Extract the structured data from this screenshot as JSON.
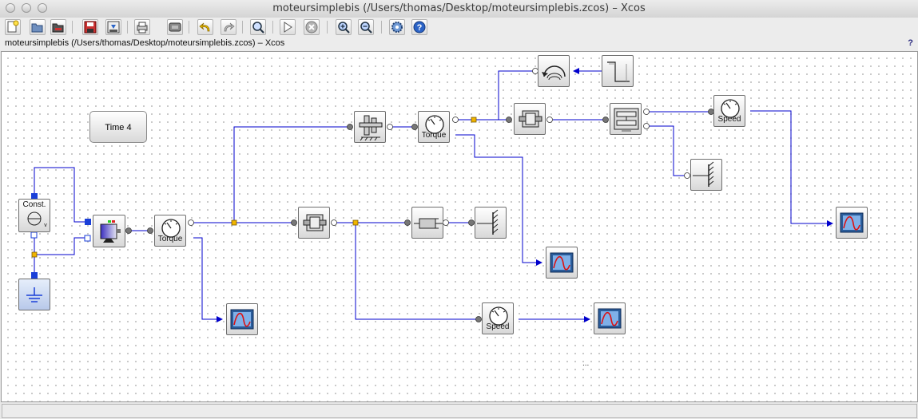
{
  "window": {
    "title": "moteursimplebis (/Users/thomas/Desktop/moteursimplebis.zcos) – Xcos",
    "subtitle": "moteursimplebis (/Users/thomas/Desktop/moteursimplebis.zcos) – Xcos",
    "help_mark": "?"
  },
  "toolbar": {
    "buttons": [
      "new-diagram-icon",
      "open-icon",
      "open-in-scilab-icon",
      "save-icon",
      "save-as-icon",
      "print-icon",
      "export-icon",
      "undo-icon",
      "redo-icon",
      "fit-diagram-icon",
      "start-icon",
      "stop-icon",
      "zoom-in-icon",
      "zoom-out-icon",
      "setup-icon",
      "help-icon"
    ]
  },
  "diagram": {
    "time_label": "Time 4",
    "const_label": "Const.",
    "const_port": "v",
    "torque1_label": "Torque",
    "torque2_label": "Torque",
    "speed1_label": "Speed",
    "speed2_label": "Speed",
    "ellipsis": "..."
  },
  "colors": {
    "link": "#0000cc",
    "split": "#f0b400",
    "scope_bg": "#2a5c9a"
  }
}
